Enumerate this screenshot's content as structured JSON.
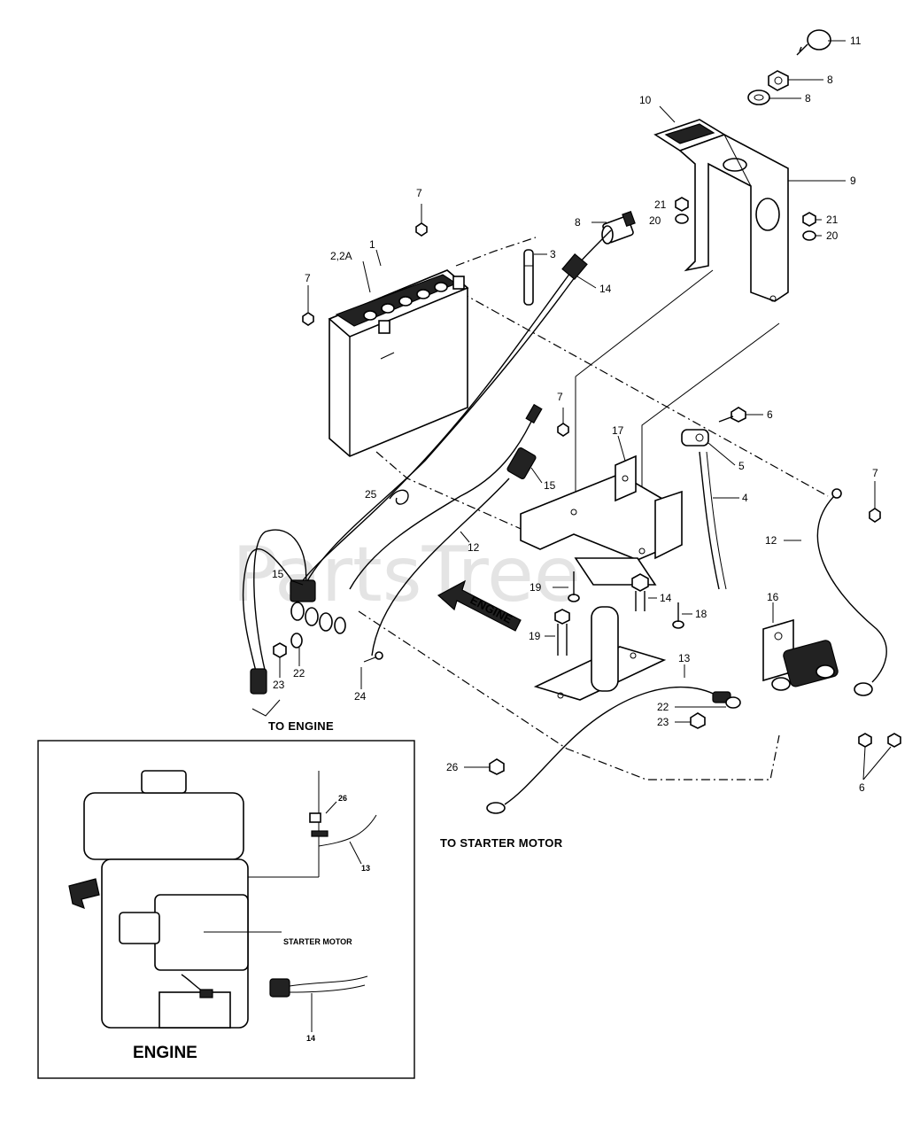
{
  "watermark": "PartsTree",
  "flow_label": "ENGINE",
  "captions": {
    "to_engine": "TO ENGINE",
    "to_starter_motor": "TO STARTER MOTOR"
  },
  "inset": {
    "title": "ENGINE",
    "starter_motor_label": "STARTER MOTOR",
    "callout_26": "26",
    "callout_13": "13",
    "callout_14": "14"
  },
  "callouts": {
    "c11": "11",
    "c8a": "8",
    "c8b": "8",
    "c10": "10",
    "c9": "9",
    "c7a": "7",
    "c21a": "21",
    "c20a": "20",
    "c8c": "8",
    "c21b": "21",
    "c20b": "20",
    "c1": "1",
    "c2": "2,2A",
    "c3": "3",
    "c14a": "14",
    "c7b": "7",
    "c7c": "7",
    "c6a": "6",
    "c17": "17",
    "c5": "5",
    "c15a": "15",
    "c4": "4",
    "c25": "25",
    "c7d": "7",
    "c12a": "12",
    "c12b": "12",
    "c15b": "15",
    "c19a": "19",
    "c14b": "14",
    "c18": "18",
    "c19b": "19",
    "c23a": "23",
    "c22a": "22",
    "c24": "24",
    "c16": "16",
    "c13": "13",
    "c22b": "22",
    "c23b": "23",
    "c26": "26",
    "c6b": "6"
  }
}
